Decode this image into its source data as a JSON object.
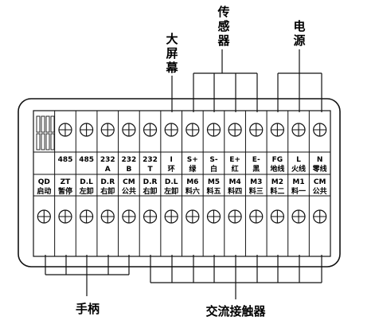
{
  "callouts": {
    "sensor": [
      "传",
      "感",
      "器"
    ],
    "screen": [
      "大",
      "屏",
      "幕"
    ],
    "power": [
      "电",
      "源"
    ],
    "handle": "手柄",
    "contactor": "交流接触器"
  },
  "top_row_labels": [
    {
      "line1": "",
      "line2": ""
    },
    {
      "line1": "485",
      "line2": ""
    },
    {
      "line1": "485",
      "line2": ""
    },
    {
      "line1": "232",
      "line2": "A"
    },
    {
      "line1": "232",
      "line2": "B"
    },
    {
      "line1": "232",
      "line2": "T"
    },
    {
      "line1": "I",
      "line2": "环"
    },
    {
      "line1": "S+",
      "line2": "绿"
    },
    {
      "line1": "S-",
      "line2": "白"
    },
    {
      "line1": "E+",
      "line2": "红"
    },
    {
      "line1": "E-",
      "line2": "黑"
    },
    {
      "line1": "FG",
      "line2": "地线"
    },
    {
      "line1": "L",
      "line2": "火线"
    },
    {
      "line1": "N",
      "line2": "零线"
    }
  ],
  "bottom_row_labels": [
    {
      "line1": "QD",
      "line2": "启动"
    },
    {
      "line1": "ZT",
      "line2": "暂停"
    },
    {
      "line1": "D.L",
      "line2": "左卸"
    },
    {
      "line1": "D.R",
      "line2": "右卸"
    },
    {
      "line1": "CM",
      "line2": "公共"
    },
    {
      "line1": "D.R",
      "line2": "右卸"
    },
    {
      "line1": "D.L",
      "line2": "左卸"
    },
    {
      "line1": "M6",
      "line2": "料六"
    },
    {
      "line1": "M5",
      "line2": "料五"
    },
    {
      "line1": "M4",
      "line2": "料四"
    },
    {
      "line1": "M3",
      "line2": "料三"
    },
    {
      "line1": "M2",
      "line2": "料二"
    },
    {
      "line1": "M1",
      "line2": "料一"
    },
    {
      "line1": "CM",
      "line2": "公共"
    }
  ]
}
